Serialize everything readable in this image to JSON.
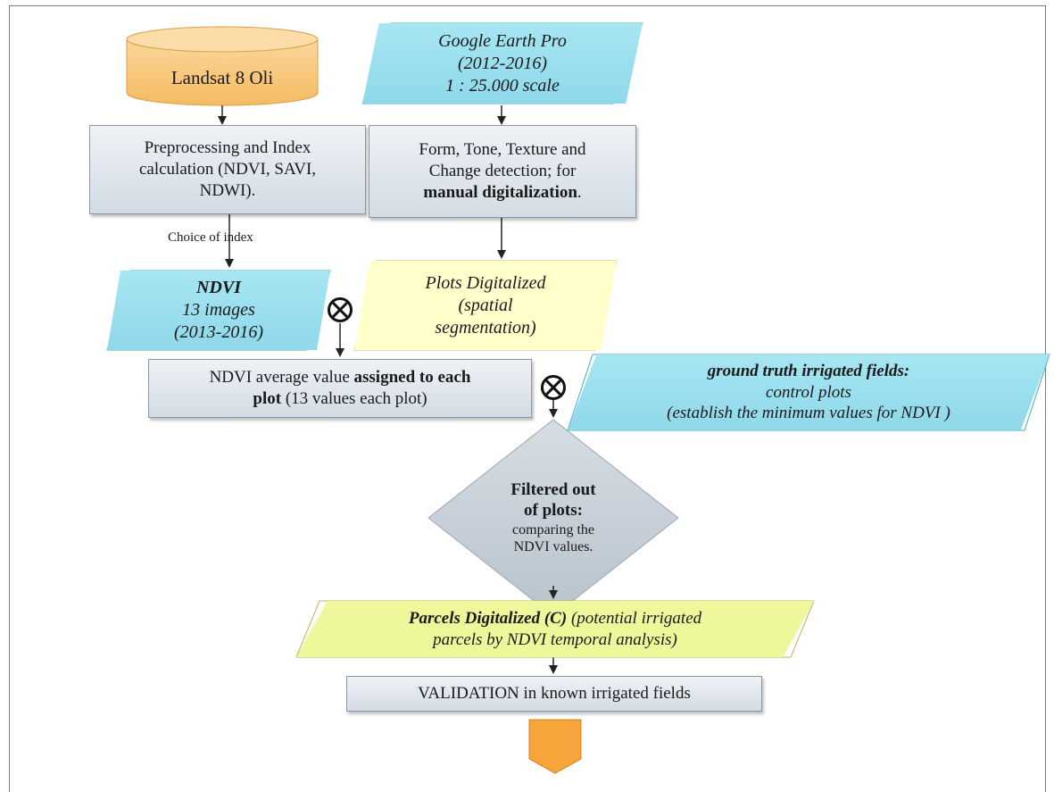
{
  "source": {
    "line1": "Landsat  8 Oli"
  },
  "google": {
    "title": "Google Earth Pro",
    "years": "(2012-2016)",
    "scale": "1 : 25.000 scale"
  },
  "preprocess": {
    "line1": "Preprocessing and Index",
    "line2": "calculation  (NDVI, SAVI,",
    "line3": "NDWI)."
  },
  "form": {
    "line1": "Form,  Tone, Texture and",
    "line2": "Change detection;  for",
    "line3_bold": "manual digitalization",
    "line3_tail": "."
  },
  "choice_label": "Choice of index",
  "ndvi": {
    "title": "NDVI",
    "count": "13 images",
    "years": "(2013-2016)"
  },
  "plots": {
    "line1": "Plots Digitalized",
    "line2": "(spatial",
    "line3": "segmentation)"
  },
  "assign": {
    "pre": "NDVI average value ",
    "bold1": "assigned to each",
    "bold2": "plot",
    "post": " (13 values each plot)"
  },
  "truth": {
    "title": "ground truth irrigated fields:",
    "line2": "control plots",
    "line3": "(establish the minimum values for NDVI )"
  },
  "filter": {
    "line1": "Filtered out",
    "line2": "of plots:",
    "line3": "comparing the",
    "line4": "NDVI  values."
  },
  "parcels": {
    "bold": "Parcels Digitalized (C)",
    "line1_tail": " (potential irrigated",
    "line2": "parcels by NDVI temporal analysis)"
  },
  "validation": {
    "label": "VALIDATION in known irrigated fields"
  },
  "colors": {
    "cylinder": "#f7c67a",
    "parallelogram_blue": "#9fe0f0",
    "parallelogram_pale": "#ffffcc",
    "parallelogram_lime": "#eef79a",
    "process_box": "#dfe5ec",
    "diamond": "#c8d1d9",
    "next_arrow": "#f5a53a"
  }
}
